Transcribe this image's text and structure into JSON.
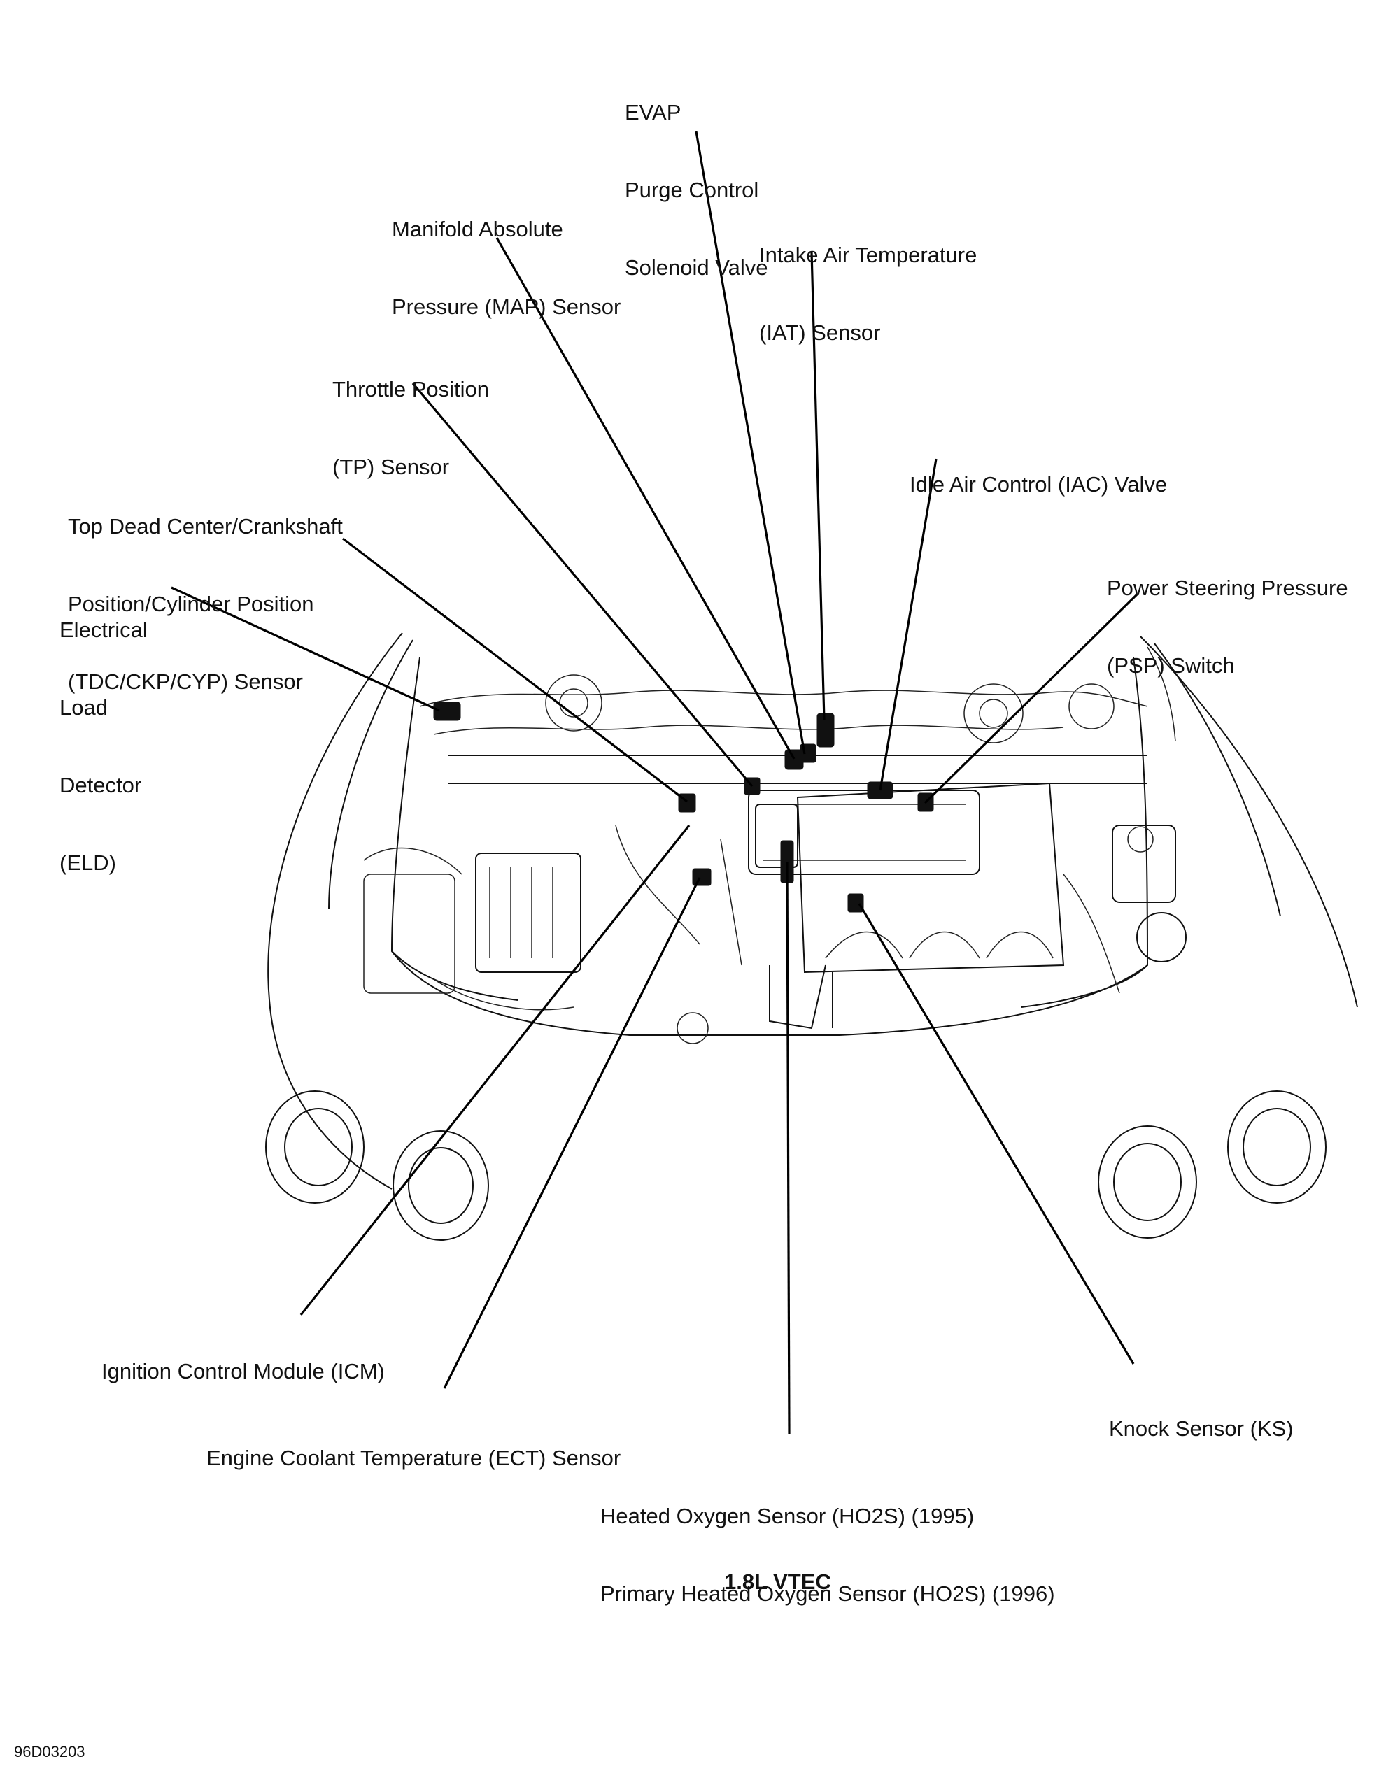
{
  "labels": {
    "evap": [
      "EVAP",
      "Purge Control",
      "Solenoid Valve"
    ],
    "map": [
      "Manifold Absolute",
      "Pressure (MAP) Sensor"
    ],
    "iat": [
      "Intake Air Temperature",
      "(IAT) Sensor"
    ],
    "tp": [
      "Throttle Position",
      "(TP) Sensor"
    ],
    "iac": [
      "Idle Air Control (IAC) Valve"
    ],
    "tdc": [
      "Top Dead Center/Crankshaft",
      "Position/Cylinder Position",
      "(TDC/CKP/CYP) Sensor"
    ],
    "psp": [
      "Power Steering Pressure",
      "(PSP) Switch"
    ],
    "eld": [
      "Electrical",
      "Load",
      "Detector",
      "(ELD)"
    ],
    "icm": [
      "Ignition Control Module (ICM)"
    ],
    "ks": [
      "Knock Sensor (KS)"
    ],
    "ect": [
      "Engine Coolant Temperature (ECT) Sensor"
    ],
    "ho2s": [
      "Heated Oxygen Sensor (HO2S) (1995)",
      "Primary Heated Oxygen Sensor (HO2S) (1996)"
    ]
  },
  "caption": "1.8L VTEC",
  "figure_code": "96D03203",
  "colors": {
    "ink": "#111111",
    "background": "#ffffff"
  }
}
